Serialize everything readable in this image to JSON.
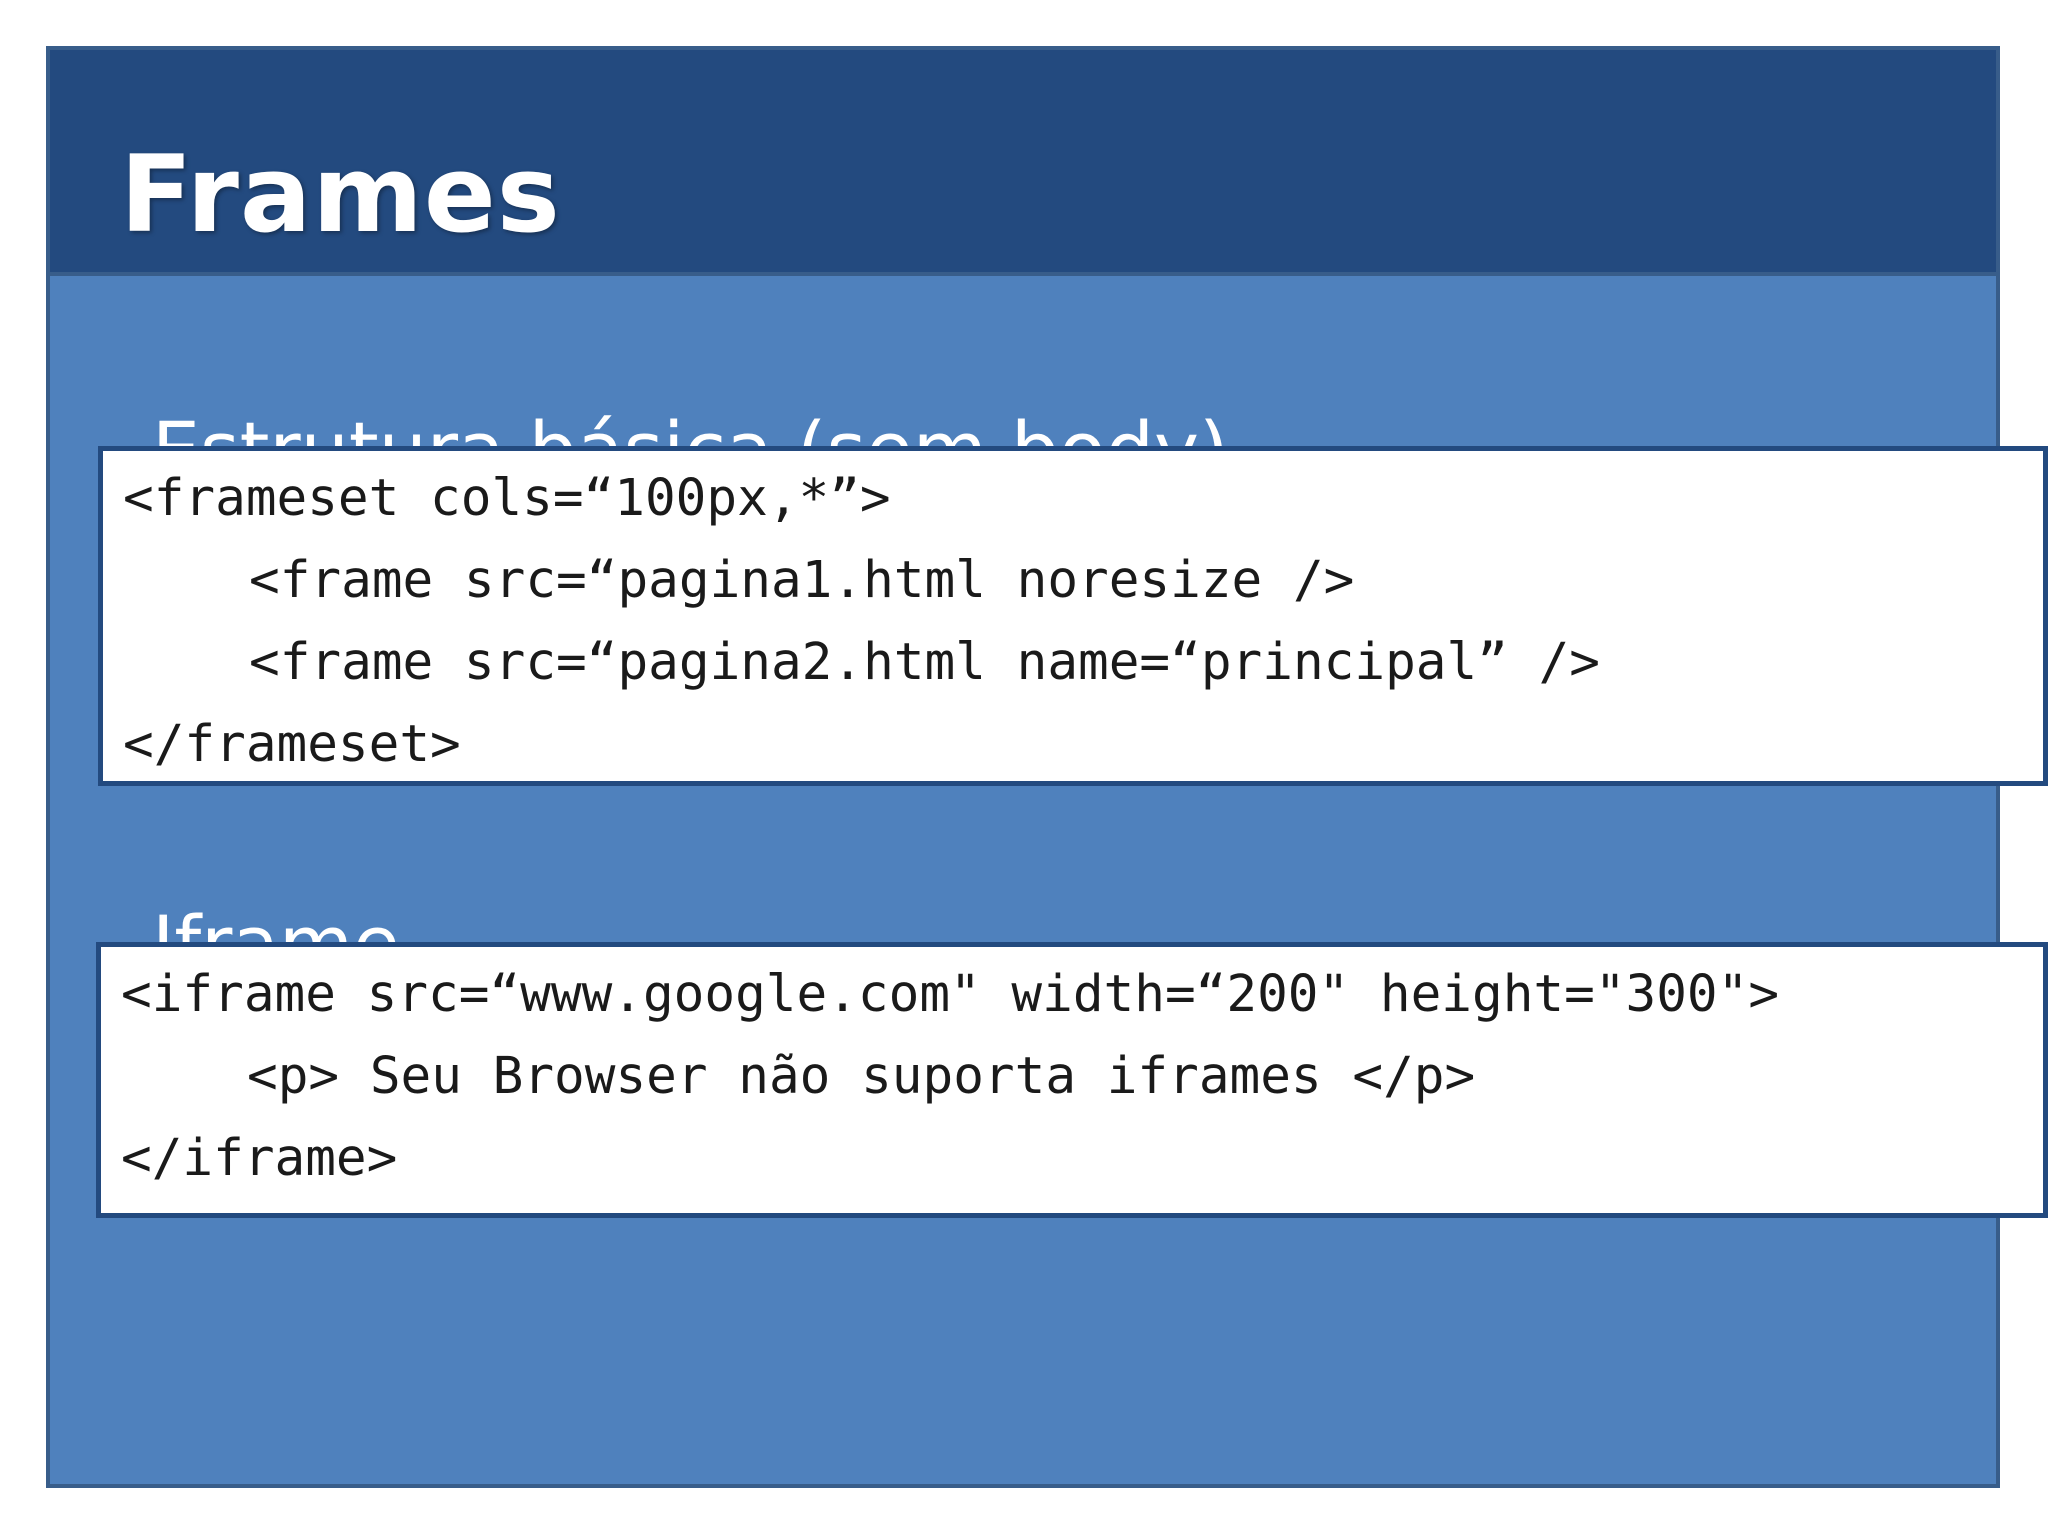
{
  "slide": {
    "title": "Frames",
    "sections": [
      {
        "heading": "Estrutura básica (sem body)",
        "code_lines": [
          "<frameset cols=“100px,*”>",
          "<frame src=“pagina1.html noresize />",
          "<frame src=“pagina2.html name=“principal” />",
          "</frameset>"
        ]
      },
      {
        "heading": "Iframe",
        "code_lines": [
          "<iframe src=“www.google.com\" width=“200\" height=\"300\">",
          "<p> Seu Browser não suporta iframes </p>",
          "</iframe>"
        ]
      }
    ]
  },
  "colors": {
    "title_bar": "#234a7f",
    "body": "#4f81bd",
    "border": "#385d8a",
    "code_background": "#ffffff",
    "code_border": "#234a7f"
  }
}
